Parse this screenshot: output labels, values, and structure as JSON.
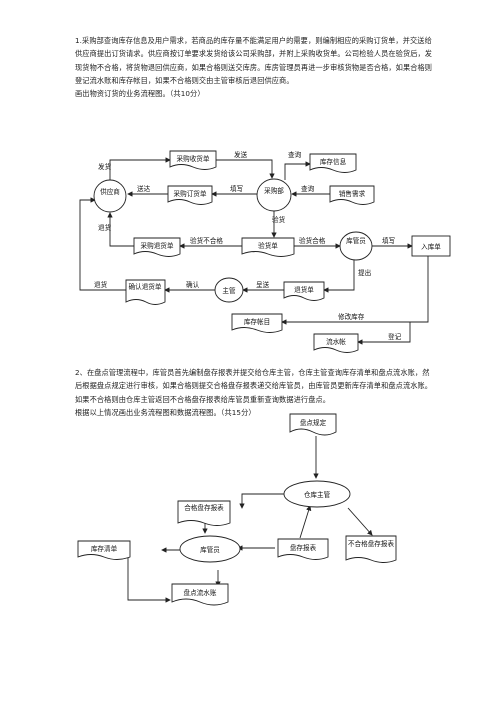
{
  "q1": {
    "text": "1.采购部查询库存信息及用户需求，若商品的库存量不能满足用户的需要，则编制相应的采购订货单，并交送给供应商提出订货请求。供应商按订单要求发货给该公司采购部，并附上采购收货单。公司检验人员在验货后，发现货物不合格，将货物退回供应商，如果合格则送交库房。库房管理员再进一步审核货物是否合格，如果合格则登记流水账和库存帐目，如果不合格则交由主管审核后退回供应商。",
    "task": "画出物资订货的业务流程图。（共10分）"
  },
  "flow1": {
    "entities": {
      "supplier": "供应商",
      "purchasing": "采购部",
      "keeper": "库管员",
      "warehouse_in": "入库单",
      "supervisor": "主管"
    },
    "docs": {
      "receipt": "采购收货单",
      "inventory_info": "库存信息",
      "order": "采购订货单",
      "demand": "销售需求",
      "return_note": "采购退货单",
      "checked": "验货单",
      "confirm_return": "确认退货单",
      "return_doc": "退货单",
      "stock_ledger": "库存帐目",
      "journal": "流水帐"
    },
    "labels": {
      "deliver_goods": "发货",
      "send": "发送",
      "query": "查询",
      "deliver": "送达",
      "fill": "填写",
      "query2": "查询",
      "inspect": "验货",
      "returned": "退货",
      "unqualified": "验货不合格",
      "qualified": "验货合格",
      "fill2": "填写",
      "submit_up": "提出",
      "deliver_back": "退货",
      "confirm": "确认",
      "send_up": "呈送",
      "modify_stock": "修改库存",
      "register": "登记"
    }
  },
  "q2": {
    "text": "2、在盘点管理流程中，库管员首先编制盘存报表并提交给仓库主管，仓库主管查询库存清单和盘点流水账，然后根据盘点规定进行审核，如果合格则提交合格盘存报表递交给库管员，由库管员更新库存清单和盘点流水账。如果不合格则由仓库主管返回不合格盘存报表给库管员重新查询数据进行盘点。",
    "task": "根据以上情况画出业务流程图和数据流程图。（共15分）"
  },
  "flow2": {
    "nodes": {
      "rules": "盘点规定",
      "manager": "仓库主管",
      "qualified_report": "合格盘存报表",
      "stock_list": "库存清单",
      "keeper": "库管员",
      "report": "盘存报表",
      "unqualified_report": "不合格盘存报表",
      "journal": "盘点流水账"
    }
  }
}
